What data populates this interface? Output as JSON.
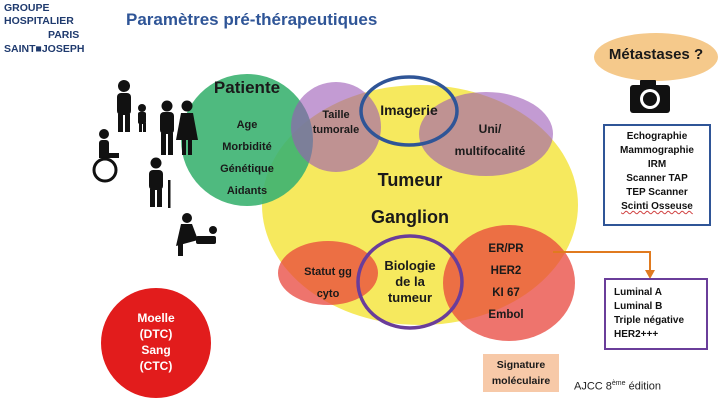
{
  "logo": {
    "line1": "GROUPE",
    "line2": "HOSPITALIER",
    "line3": "PARIS",
    "line4": "SAINT■JOSEPH"
  },
  "title": "Paramètres pré-thérapeutiques",
  "patient": {
    "title": "Patiente",
    "items": [
      "Age",
      "Morbidité",
      "Génétique",
      "Aidants"
    ]
  },
  "taille": {
    "line1": "Taille",
    "line2": "tumorale"
  },
  "imagerie": "Imagerie",
  "uni": {
    "line1": "Uni/",
    "line2": "multifocalité"
  },
  "tumeur": "Tumeur",
  "ganglion": "Ganglion",
  "statut": {
    "line1": "Statut gg",
    "line2": "cyto"
  },
  "biologie": {
    "line1": "Biologie",
    "line2": "de la",
    "line3": "tumeur"
  },
  "markers": [
    "ER/PR",
    "HER2",
    "KI 67",
    "Embol"
  ],
  "metastases": "Métastases ?",
  "imaging_list": [
    "Echographie",
    "Mammographie",
    "IRM",
    "Scanner TAP",
    "TEP Scanner",
    "Scinti Osseuse"
  ],
  "subtypes": [
    "Luminal A",
    "Luminal B",
    "Triple négative",
    "HER2+++"
  ],
  "moelle": {
    "line1": "Moelle",
    "line2": "(DTC)",
    "line3": "Sang",
    "line4": "(CTC)"
  },
  "signature": {
    "line1": "Signature",
    "line2": "moléculaire"
  },
  "ajcc": {
    "text": "AJCC 8",
    "sup": "ème",
    "rest": " édition"
  },
  "colors": {
    "title": "#2f5597",
    "green": "#3cb371",
    "yellow": "#f4e542",
    "purple": "#9b59b6",
    "red": "#e8453c",
    "orange": "#e07a1f"
  }
}
